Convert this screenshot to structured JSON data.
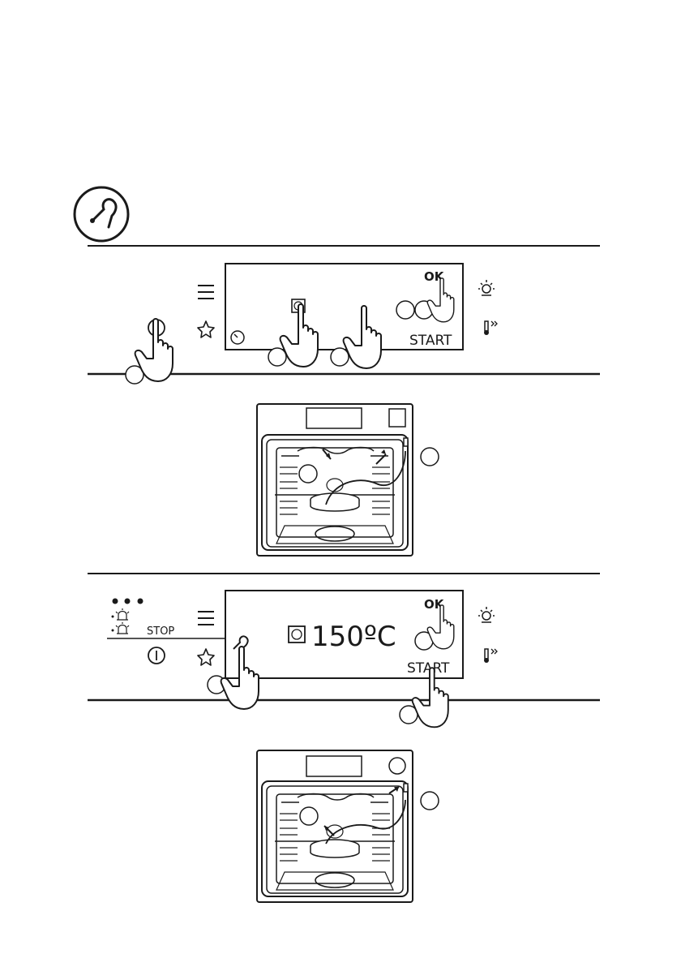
{
  "panel_top": {
    "ok_label": "OK",
    "start_label": "START"
  },
  "panel_bottom": {
    "ok_label": "OK",
    "start_label": "START",
    "stop_label": "STOP",
    "temperature": "150ºC"
  },
  "icons": [
    "core-temperature-sensor-icon",
    "menu-icon",
    "favourite-star-icon",
    "power-icon",
    "timer-icon",
    "fan-heating-icon",
    "light-icon",
    "fast-heat-up-icon",
    "alarm-icon",
    "pointing-hand-icon",
    "core-sensor-probe-icon"
  ],
  "colors": {
    "line": "#1a1a1a",
    "background": "#ffffff"
  }
}
